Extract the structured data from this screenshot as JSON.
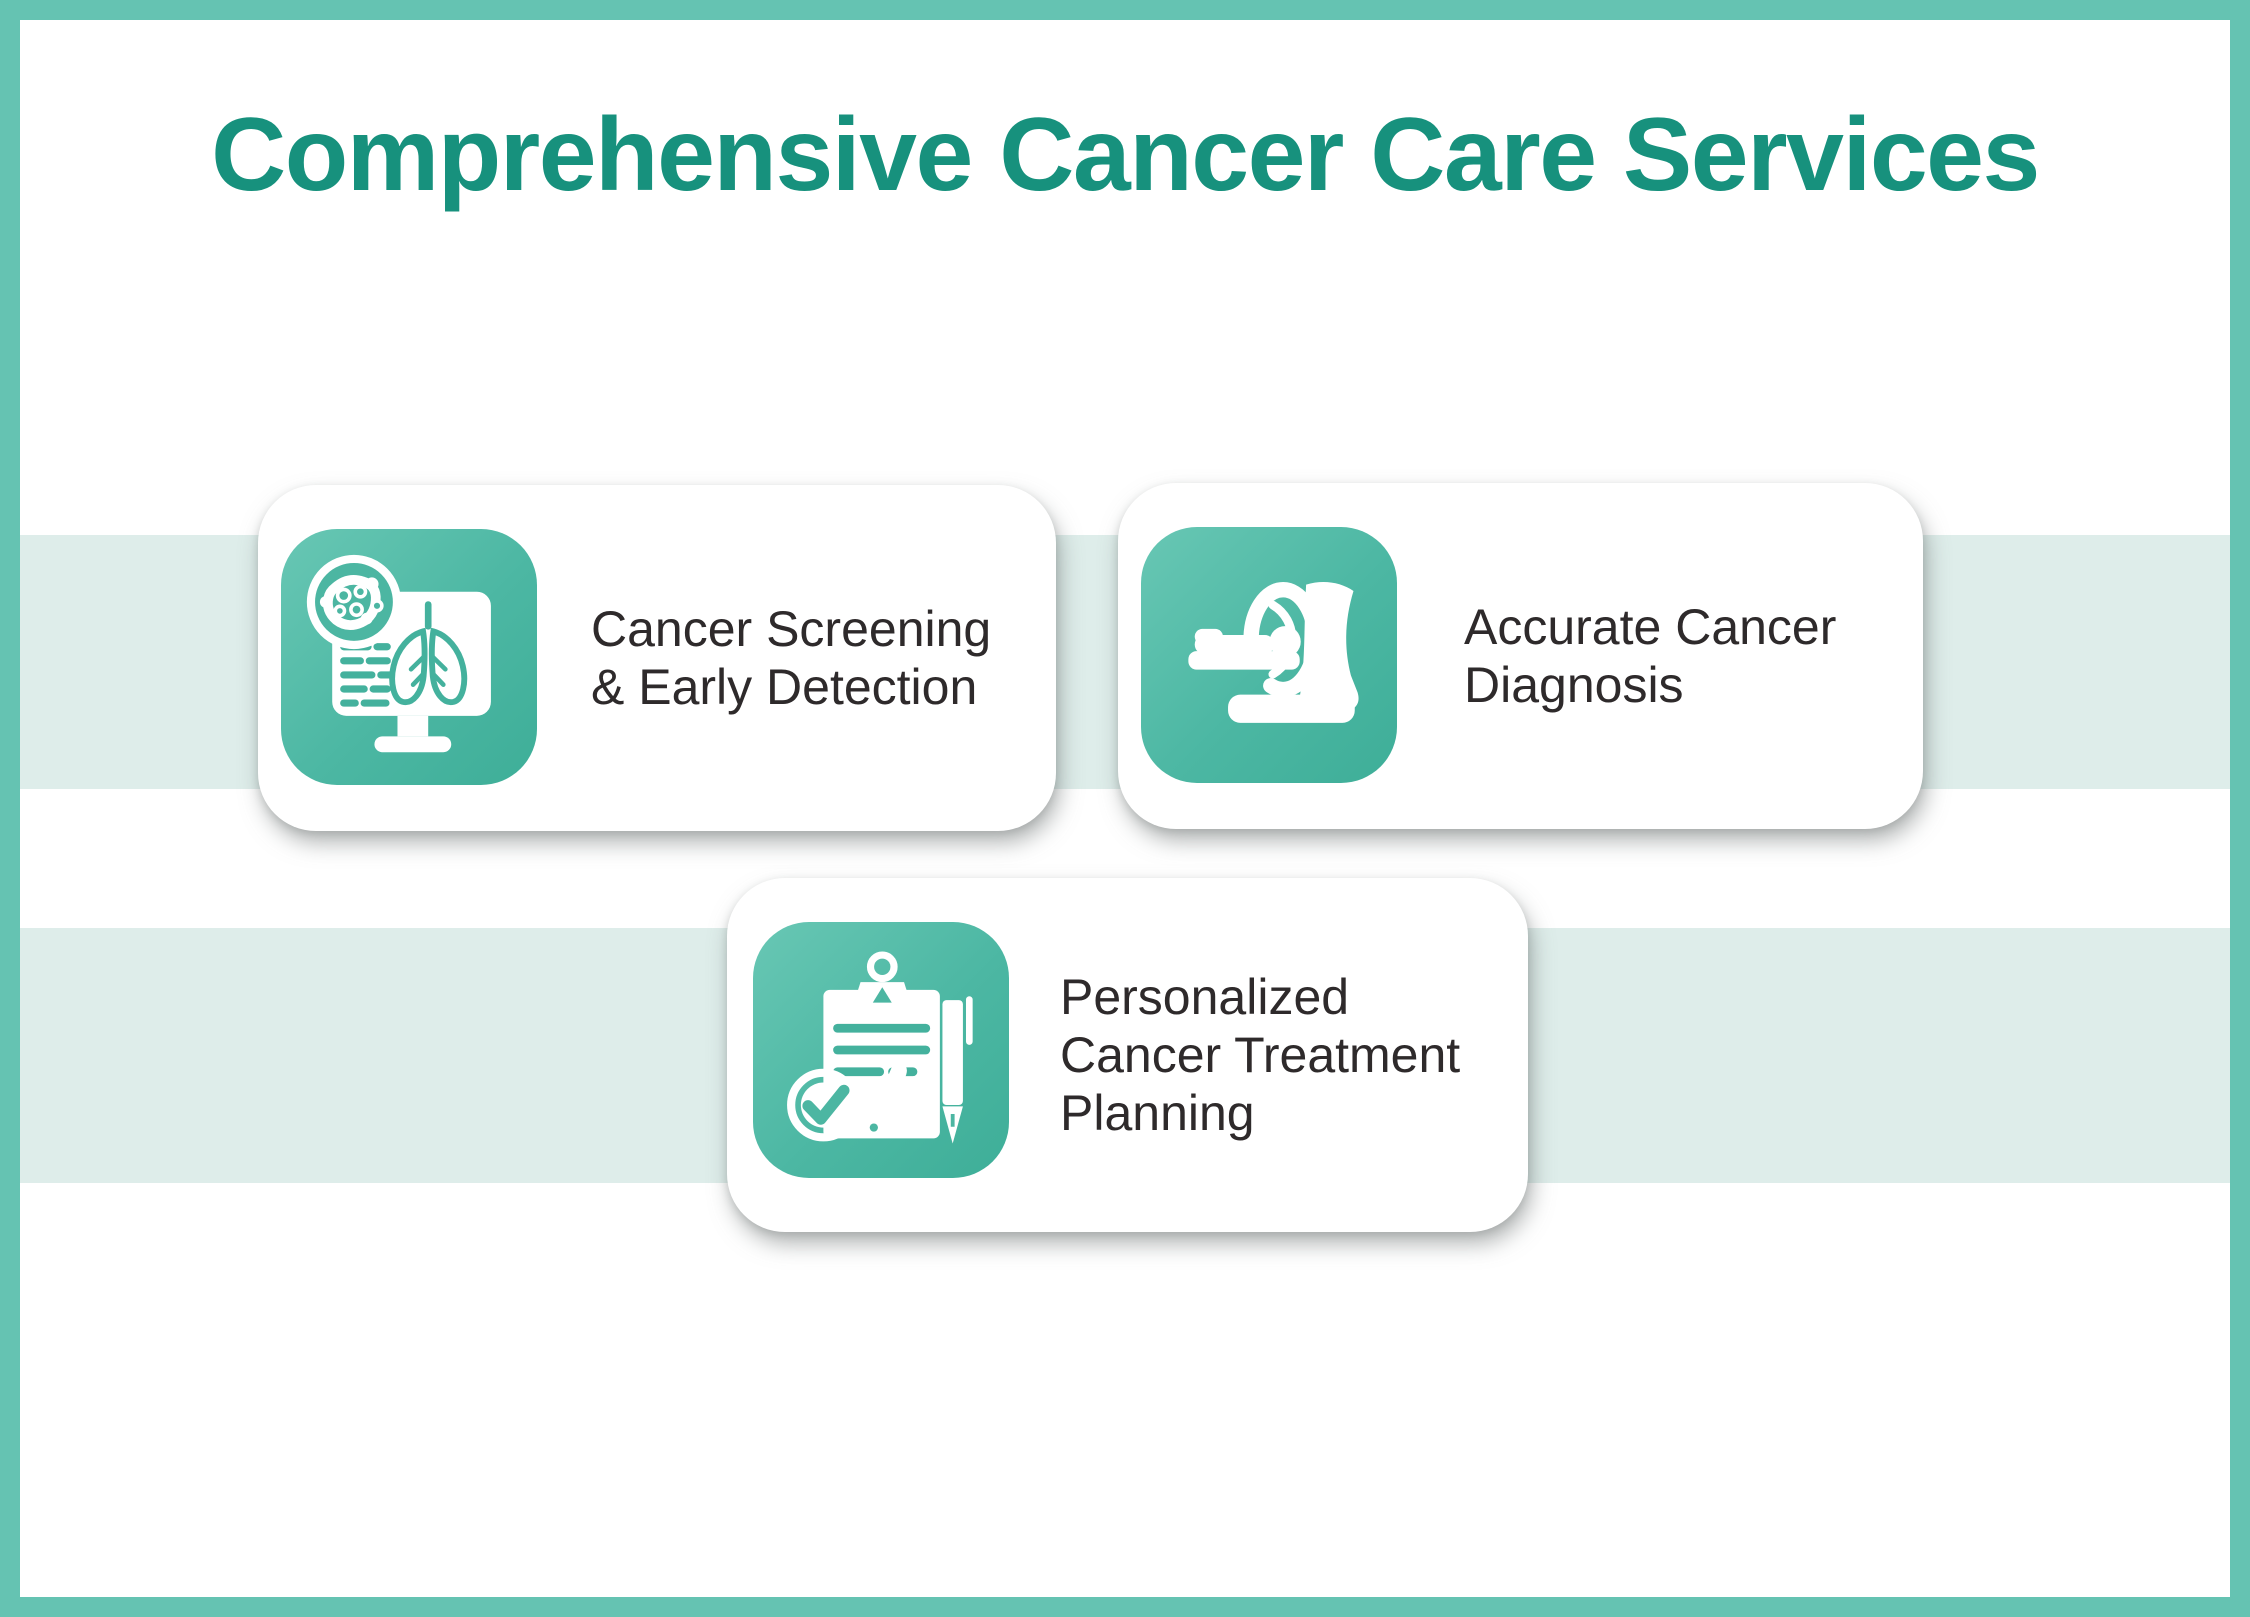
{
  "title": "Comprehensive Cancer Care Services",
  "theme": {
    "frame_border_color": "#65C3B2",
    "title_color": "#17917D",
    "band_color": "#DEEDEA",
    "card_background": "#FFFFFF",
    "tile_gradient_start": "#68C7B4",
    "tile_gradient_end": "#3EAE98",
    "label_color": "#2E2A2B",
    "icon_foreground": "#FFFFFF"
  },
  "cards": [
    {
      "label": "Cancer Screening\n& Early Detection",
      "icon": "cancer-screening-monitor-lungs-icon"
    },
    {
      "label": "Accurate Cancer\nDiagnosis",
      "icon": "ct-scanner-icon"
    },
    {
      "label": "Personalized\nCancer Treatment\nPlanning",
      "icon": "treatment-planning-clipboard-icon"
    }
  ]
}
